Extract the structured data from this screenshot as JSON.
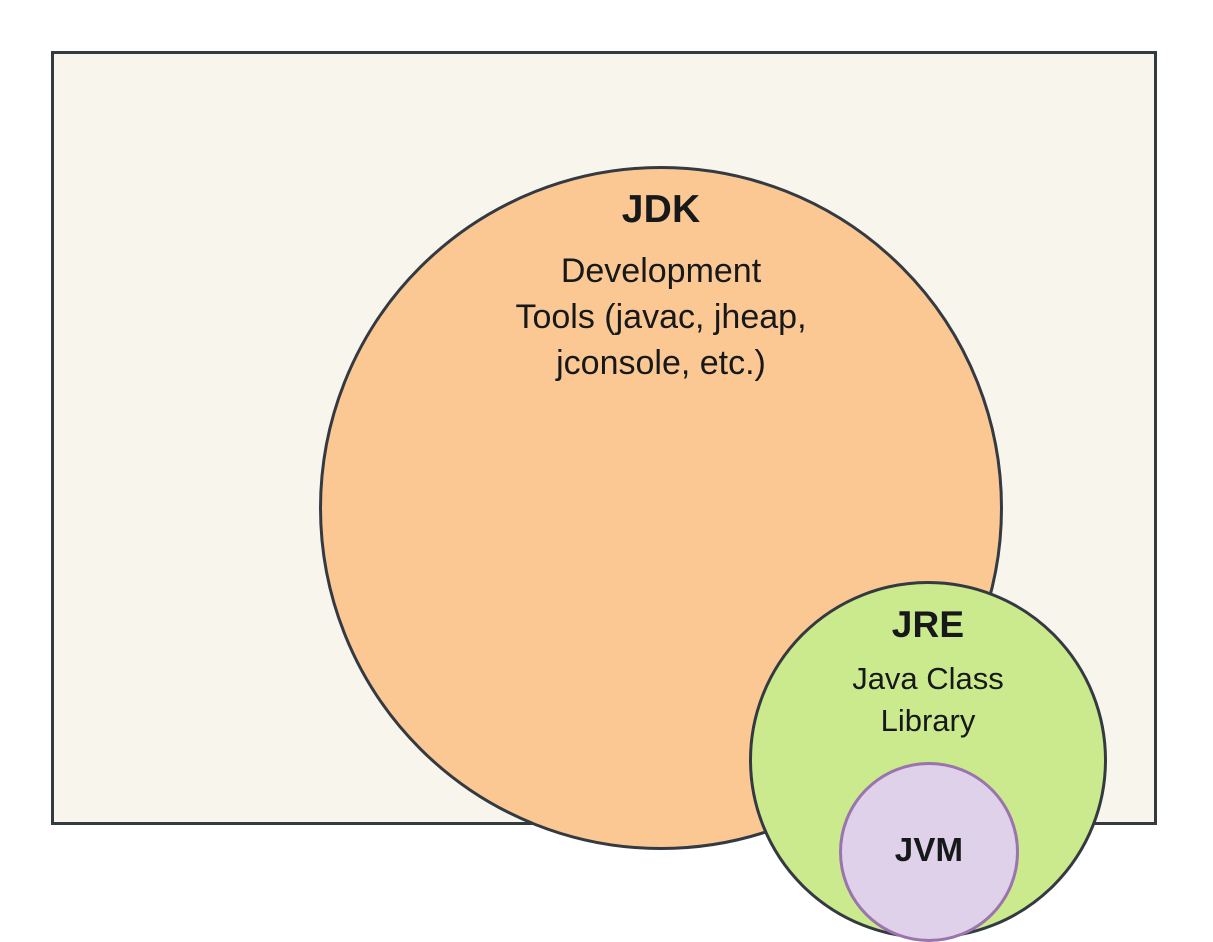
{
  "diagram": {
    "title": "JDK / JRE / JVM containment diagram",
    "frame": {
      "background_color": "#f8f5ed",
      "border_color": "#343a41"
    },
    "layers": [
      {
        "key": "jdk",
        "label": "JDK",
        "description_lines": [
          "Development",
          "Tools (javac, jheap,",
          "jconsole, etc.)"
        ],
        "fill_color": "#fbc894",
        "border_color": "#343a41"
      },
      {
        "key": "jre",
        "label": "JRE",
        "description_lines": [
          "Java Class",
          "Library"
        ],
        "fill_color": "#cbe98d",
        "border_color": "#343a41"
      },
      {
        "key": "jvm",
        "label": "JVM",
        "description_lines": [],
        "fill_color": "#ded1e9",
        "border_color": "#9b74ad"
      }
    ]
  },
  "chart_data": {
    "type": "diagram",
    "subtype": "nested-circles",
    "title": "",
    "nodes": [
      {
        "name": "JDK",
        "detail": "Development Tools (javac, jheap, jconsole, etc.)",
        "contains": "JRE",
        "color": "#fbc894"
      },
      {
        "name": "JRE",
        "detail": "Java Class Library",
        "contains": "JVM",
        "color": "#cbe98d"
      },
      {
        "name": "JVM",
        "detail": "",
        "contains": null,
        "color": "#ded1e9"
      }
    ]
  }
}
